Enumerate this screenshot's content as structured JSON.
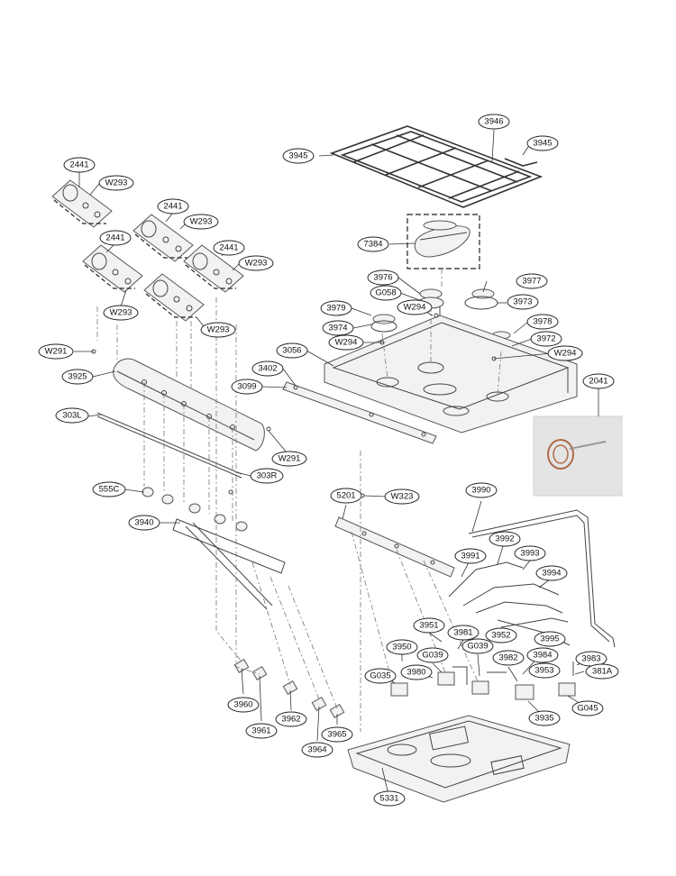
{
  "labels": {
    "l2441a": "2441",
    "lW293a": "W293",
    "l2441b": "2441",
    "lW293b": "W293",
    "l2441c": "2441",
    "l2441d": "2441",
    "lW293c": "W293",
    "lW293d": "W293",
    "lW293e": "W293",
    "lW291a": "W291",
    "l3925": "3925",
    "l303L": "303L",
    "lW291b": "W291",
    "l303R": "303R",
    "l555C": "555C",
    "l3940": "3940",
    "l3960": "3960",
    "l3961": "3961",
    "l3962": "3962",
    "l3964": "3964",
    "l3965": "3965",
    "l3945a": "3945",
    "l3946": "3946",
    "l3945b": "3945",
    "l7384": "7384",
    "l3976": "3976",
    "l3977": "3977",
    "lG058": "G058",
    "l3973": "3973",
    "l3979": "3979",
    "lW294a": "W294",
    "l3974": "3974",
    "l3978": "3978",
    "lW294b": "W294",
    "l3972": "3972",
    "l3056": "3056",
    "lW294c": "W294",
    "l3402": "3402",
    "l2041": "2041",
    "l3099": "3099",
    "l5201": "5201",
    "lW323": "W323",
    "l3990": "3990",
    "l3992": "3992",
    "l3991": "3991",
    "l3993": "3993",
    "l3994": "3994",
    "l3951": "3951",
    "l3981": "3981",
    "l3952": "3952",
    "l3995": "3995",
    "l3950": "3950",
    "lG039a": "G039",
    "lG039b": "G039",
    "l3984": "3984",
    "l3982": "3982",
    "l3983": "3983",
    "lG035": "G035",
    "l3980": "3980",
    "l3953": "3953",
    "l381A": "381A",
    "l3935": "3935",
    "lG045": "G045",
    "l5331": "5331"
  }
}
